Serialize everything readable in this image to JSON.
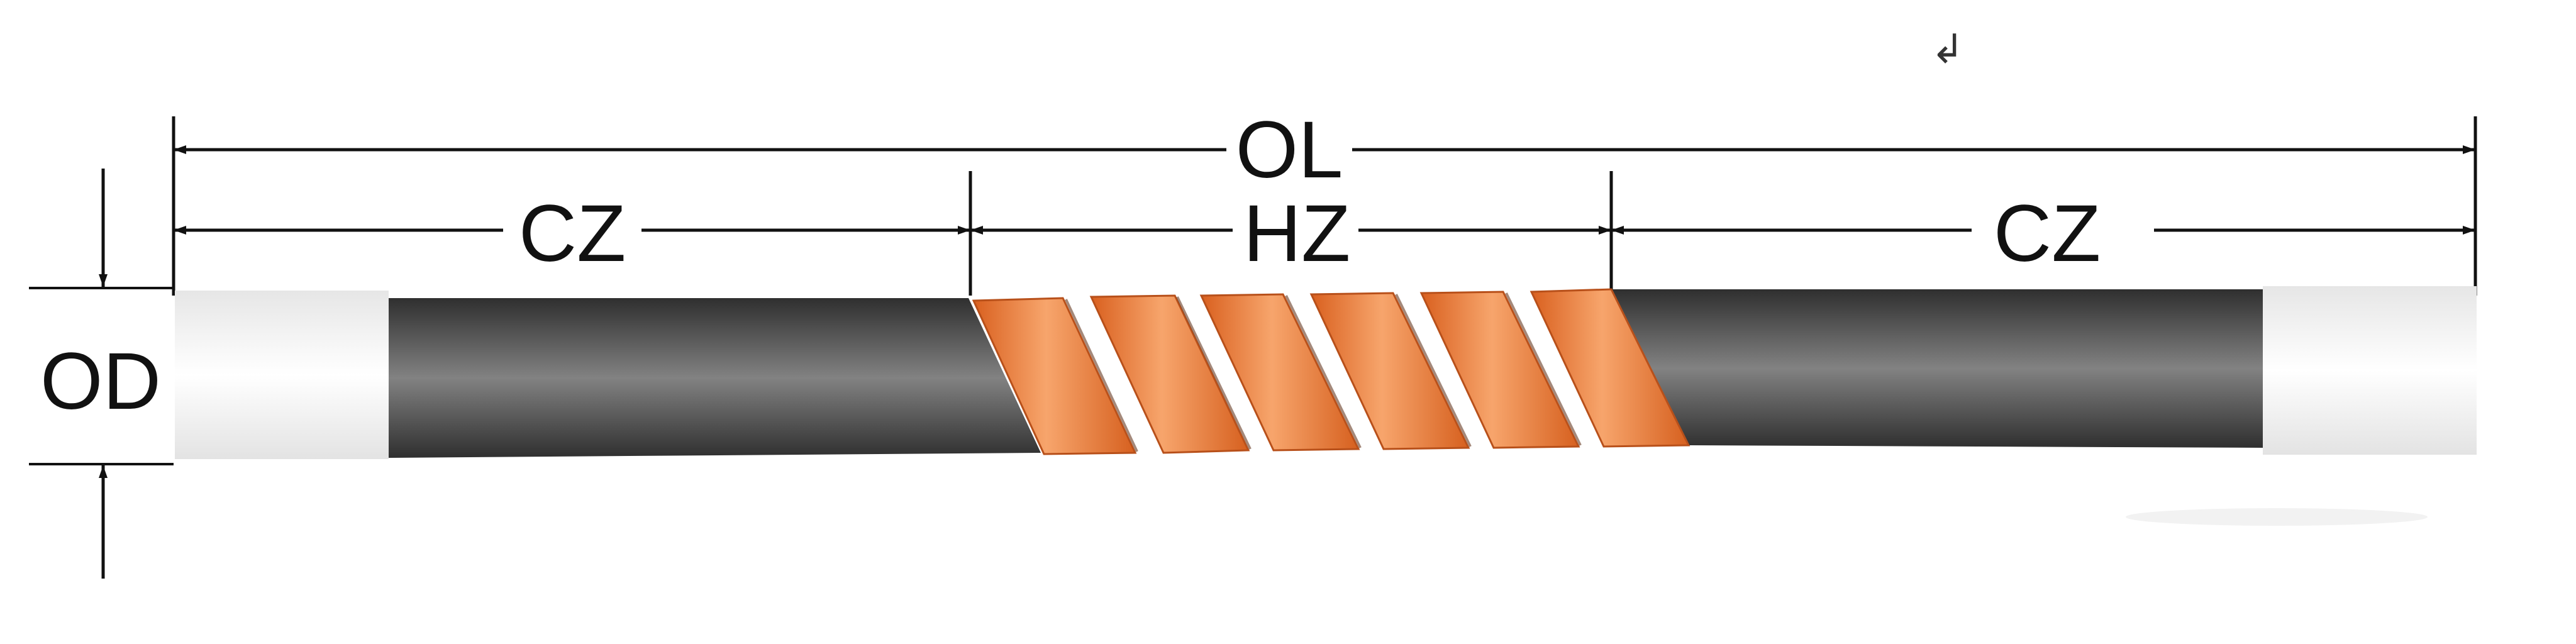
{
  "labels": {
    "overall_length": "OL",
    "cold_zone_left": "CZ",
    "hot_zone": "HZ",
    "cold_zone_right": "CZ",
    "outer_diameter": "OD"
  },
  "corner_mark": "↲",
  "colors": {
    "line": "#111111",
    "terminal_end": "#f0f0f0",
    "cold_zone_dark": "#3a3a3a",
    "cold_zone_mid": "#7a7a7a",
    "hot_zone_orange": "#e8702a",
    "hot_zone_light": "#f7a26a",
    "hot_zone_dark": "#b8501a"
  },
  "icons": {
    "arrowheads": "filled-triangle-arrow",
    "corner_mark": "return-arrow-icon"
  }
}
